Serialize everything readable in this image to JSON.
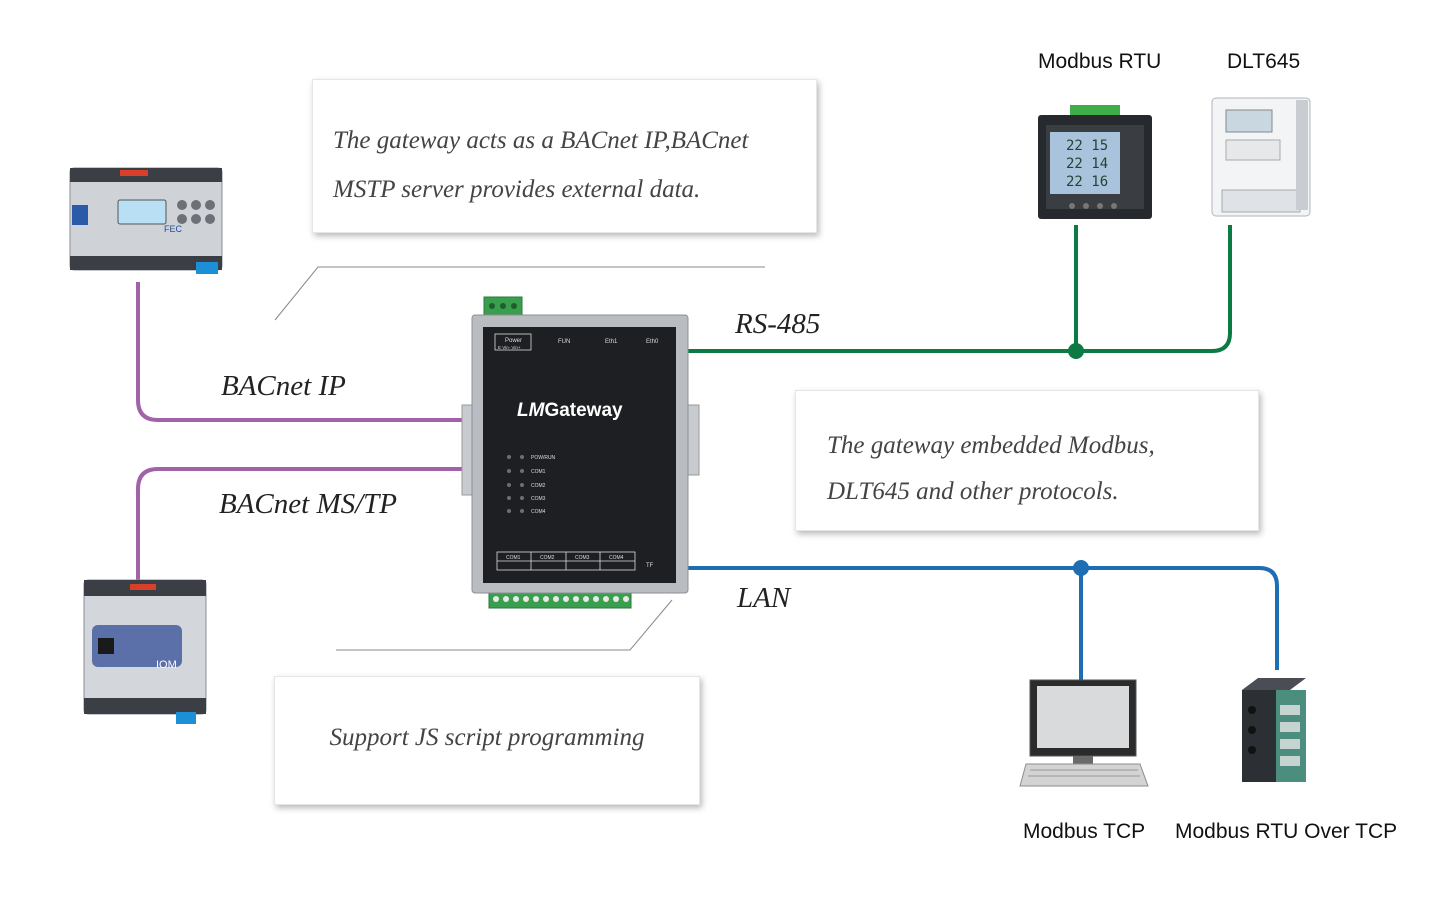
{
  "callouts": {
    "bacnet_server": [
      "The gateway acts as a BACnet IP,BACnet",
      "MSTP server provides external data."
    ],
    "embedded_protocols": [
      "The gateway embedded Modbus,",
      "DLT645 and other protocols."
    ],
    "js_script": "Support JS script programming"
  },
  "links": {
    "bacnet_ip": "BACnet IP",
    "bacnet_mstp": "BACnet MS/TP",
    "rs485": "RS-485",
    "lan": "LAN"
  },
  "devices": {
    "modbus_rtu": "Modbus RTU",
    "dlt645": "DLT645",
    "modbus_tcp": "Modbus TCP",
    "modbus_rtu_over_tcp": "Modbus RTU Over TCP",
    "bacnet_ip_controller": {
      "brand_text": "FEC"
    },
    "bacnet_mstp_controller": {
      "brand_text": "IOM"
    },
    "meter": {
      "readings": [
        "22 15",
        "22 14",
        "22 16"
      ]
    }
  },
  "gateway": {
    "logo_prefix": "LM",
    "logo_suffix": "Gateway",
    "top_labels": [
      "Power",
      "FUN",
      "Eth1",
      "Eth0"
    ],
    "power_sub": "E  Vin-  Vin+",
    "leds": [
      "POW/RUN",
      "COM1",
      "COM2",
      "COM3",
      "COM4"
    ],
    "com_labels": [
      "COM1",
      "COM2",
      "COM3",
      "COM4"
    ],
    "tf_label": "TF"
  },
  "colors": {
    "bacnet_line": "#a262a9",
    "rs485_line": "#0c7a43",
    "lan_line": "#1f6db3"
  }
}
